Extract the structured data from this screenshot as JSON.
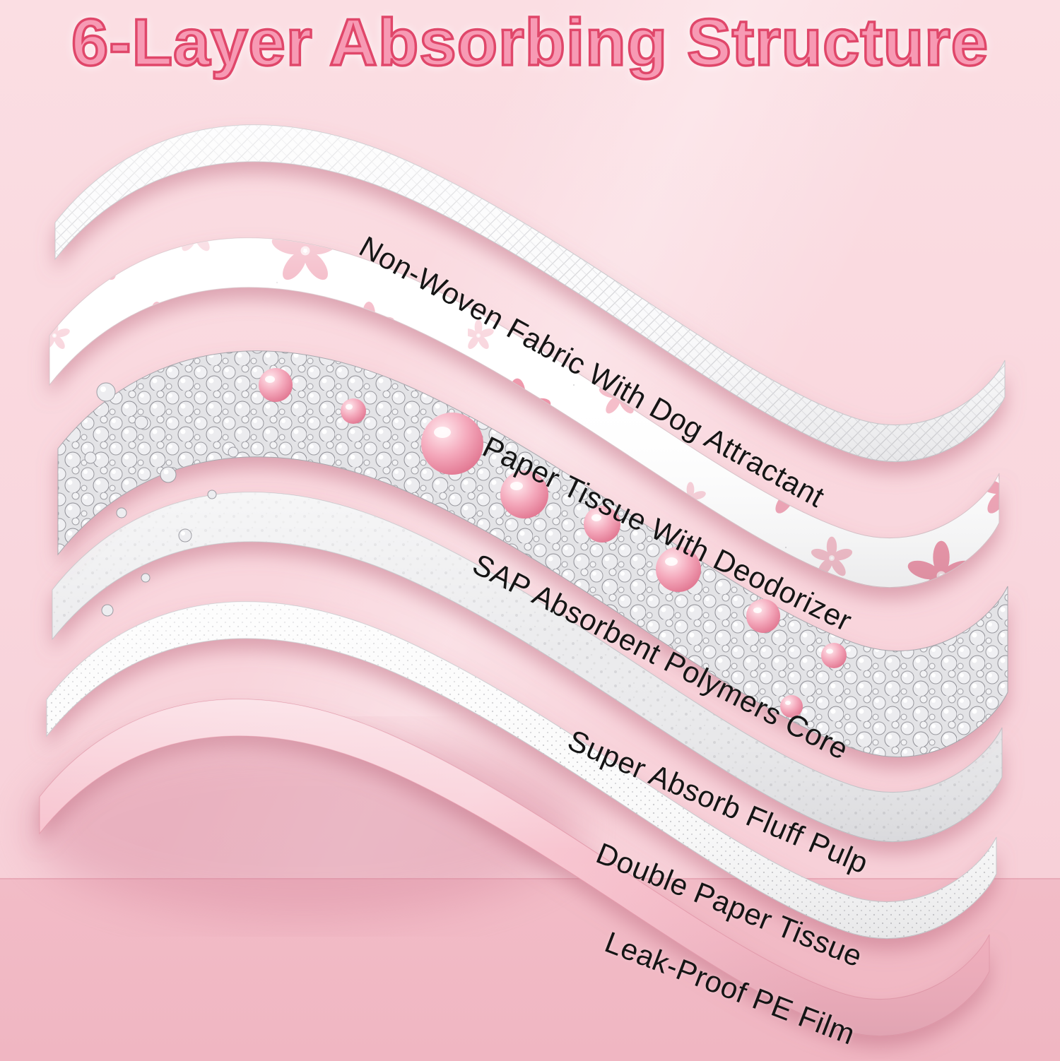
{
  "title": "6-Layer Absorbing Structure",
  "layers": [
    {
      "label": "Non-Woven Fabric With Dog Attractant"
    },
    {
      "label": "Paper Tissue With Deodorizer"
    },
    {
      "label": "SAP Absorbent Polymers Core"
    },
    {
      "label": "Super Absorb Fluff Pulp"
    },
    {
      "label": "Double Paper Tissue"
    },
    {
      "label": "Leak-Proof PE Film"
    }
  ],
  "colors": {
    "background_top": "#fbdee3",
    "background_floor": "#f1b9c4",
    "title_fill": "#f79ab4",
    "title_outline": "#e0476a",
    "label_text": "#151515",
    "flower_pink": "#ec8aa0",
    "bead_pink": "#e98ba2",
    "pe_film_pink": "#f6bcc9"
  }
}
